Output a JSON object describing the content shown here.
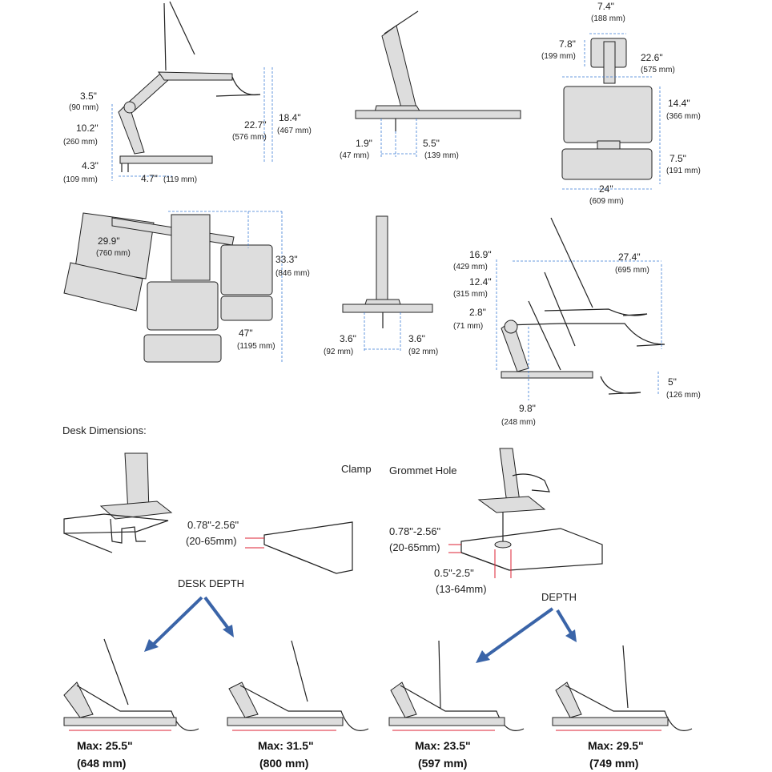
{
  "top_left": {
    "d1": {
      "in": "3.5\"",
      "mm": "(90 mm)"
    },
    "d2": {
      "in": "10.2\"",
      "mm": "(260 mm)"
    },
    "d3": {
      "in": "4.3\"",
      "mm": "(109 mm)"
    },
    "d4": {
      "in": "4.7\"",
      "mm": "(119 mm)"
    },
    "d5": {
      "in": "22.7\"",
      "mm": "(576 mm)"
    },
    "d6": {
      "in": "18.4\"",
      "mm": "(467 mm)"
    }
  },
  "top_mid": {
    "d1": {
      "in": "1.9\"",
      "mm": "(47 mm)"
    },
    "d2": {
      "in": "5.5\"",
      "mm": "(139 mm)"
    }
  },
  "top_right": {
    "d1": {
      "in": "7.4\"",
      "mm": "(188 mm)"
    },
    "d2": {
      "in": "7.8\"",
      "mm": "(199 mm)"
    },
    "d3": {
      "in": "22.6\"",
      "mm": "(575 mm)"
    },
    "d4": {
      "in": "14.4\"",
      "mm": "(366 mm)"
    },
    "d5": {
      "in": "7.5\"",
      "mm": "(191 mm)"
    },
    "d6": {
      "in": "24\"",
      "mm": "(609 mm)"
    }
  },
  "mid_left": {
    "d1": {
      "in": "29.9\"",
      "mm": "(760 mm)"
    },
    "d2": {
      "in": "33.3\"",
      "mm": "(846 mm)"
    },
    "d3": {
      "in": "47\"",
      "mm": "(1195 mm)"
    }
  },
  "mid_mid": {
    "d1": {
      "in": "3.6\"",
      "mm": "(92 mm)"
    },
    "d2": {
      "in": "3.6\"",
      "mm": "(92 mm)"
    }
  },
  "mid_right": {
    "d1": {
      "in": "16.9\"",
      "mm": "(429 mm)"
    },
    "d2": {
      "in": "12.4\"",
      "mm": "(315 mm)"
    },
    "d3": {
      "in": "2.8\"",
      "mm": "(71 mm)"
    },
    "d4": {
      "in": "27.4\"",
      "mm": "(695 mm)"
    },
    "d5": {
      "in": "5\"",
      "mm": "(126 mm)"
    },
    "d6": {
      "in": "9.8\"",
      "mm": "(248 mm)"
    }
  },
  "desk": {
    "title": "Desk Dimensions:",
    "clamp_label": "Clamp",
    "grommet_label": "Grommet Hole",
    "clamp_range_in": "0.78\"-2.56\"",
    "clamp_range_mm": "(20-65mm)",
    "grommet_range_in": "0.78\"-2.56\"",
    "grommet_range_mm": "(20-65mm)",
    "hole_in": "0.5\"-2.5\"",
    "hole_mm": "(13-64mm)"
  },
  "depth": {
    "desk_depth_label": "DESK DEPTH",
    "depth_label": "DEPTH",
    "items": [
      {
        "max": "Max: 25.5\"",
        "mm": "(648 mm)"
      },
      {
        "max": "Max: 31.5\"",
        "mm": "(800 mm)"
      },
      {
        "max": "Max: 23.5\"",
        "mm": "(597 mm)"
      },
      {
        "max": "Max: 29.5\"",
        "mm": "(749 mm)"
      }
    ]
  },
  "colors": {
    "dimension_line": "#3a7bd5",
    "depth_arrow": "#3a64a8",
    "measure_red": "#d22233"
  }
}
